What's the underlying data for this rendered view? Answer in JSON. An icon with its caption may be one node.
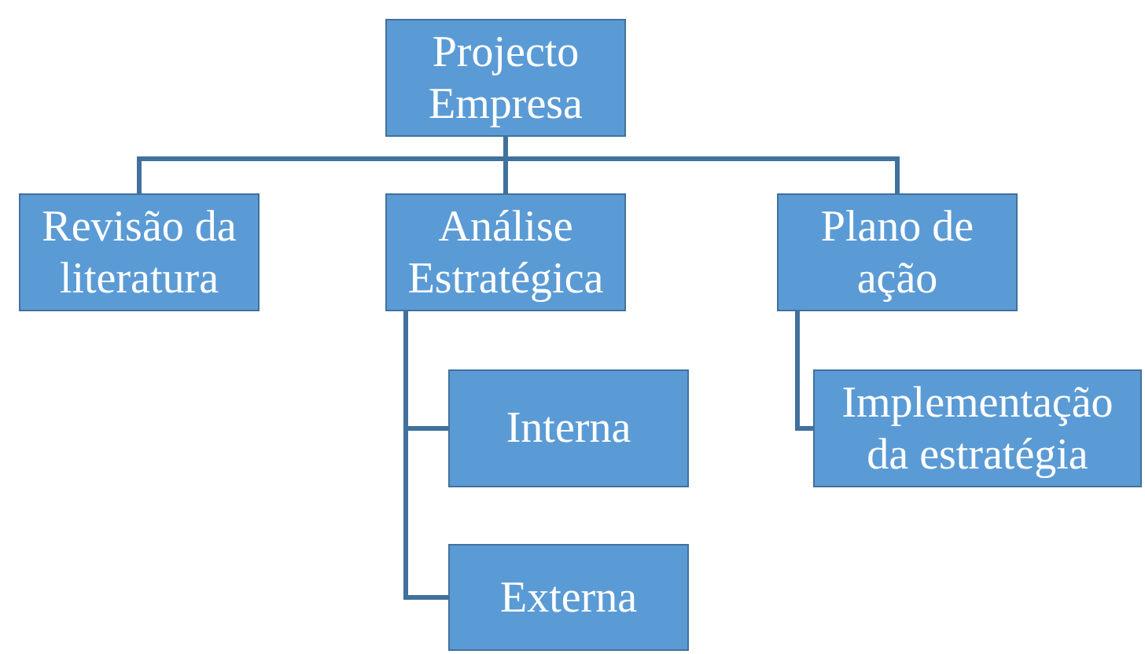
{
  "diagram": {
    "nodes": [
      {
        "text": [
          "Projecto Empresa"
        ]
      },
      {
        "text": [
          "Revisão da literatura"
        ]
      },
      {
        "text": [
          "Análise Estratégica"
        ]
      },
      {
        "text": [
          "Plano de ação"
        ]
      },
      {
        "text": [
          "Interna"
        ]
      },
      {
        "text": [
          "Externa"
        ]
      },
      {
        "text": [
          "Implementação da estratégia"
        ]
      }
    ],
    "edges": [
      {
        "from": 0,
        "to": 1,
        "arrow": "none"
      },
      {
        "from": 0,
        "to": 2,
        "arrow": "none"
      },
      {
        "from": 0,
        "to": 3,
        "arrow": "none"
      },
      {
        "from": 2,
        "to": 4,
        "arrow": "none"
      },
      {
        "from": 2,
        "to": 5,
        "arrow": "none"
      },
      {
        "from": 3,
        "to": 6,
        "arrow": "none"
      }
    ]
  }
}
